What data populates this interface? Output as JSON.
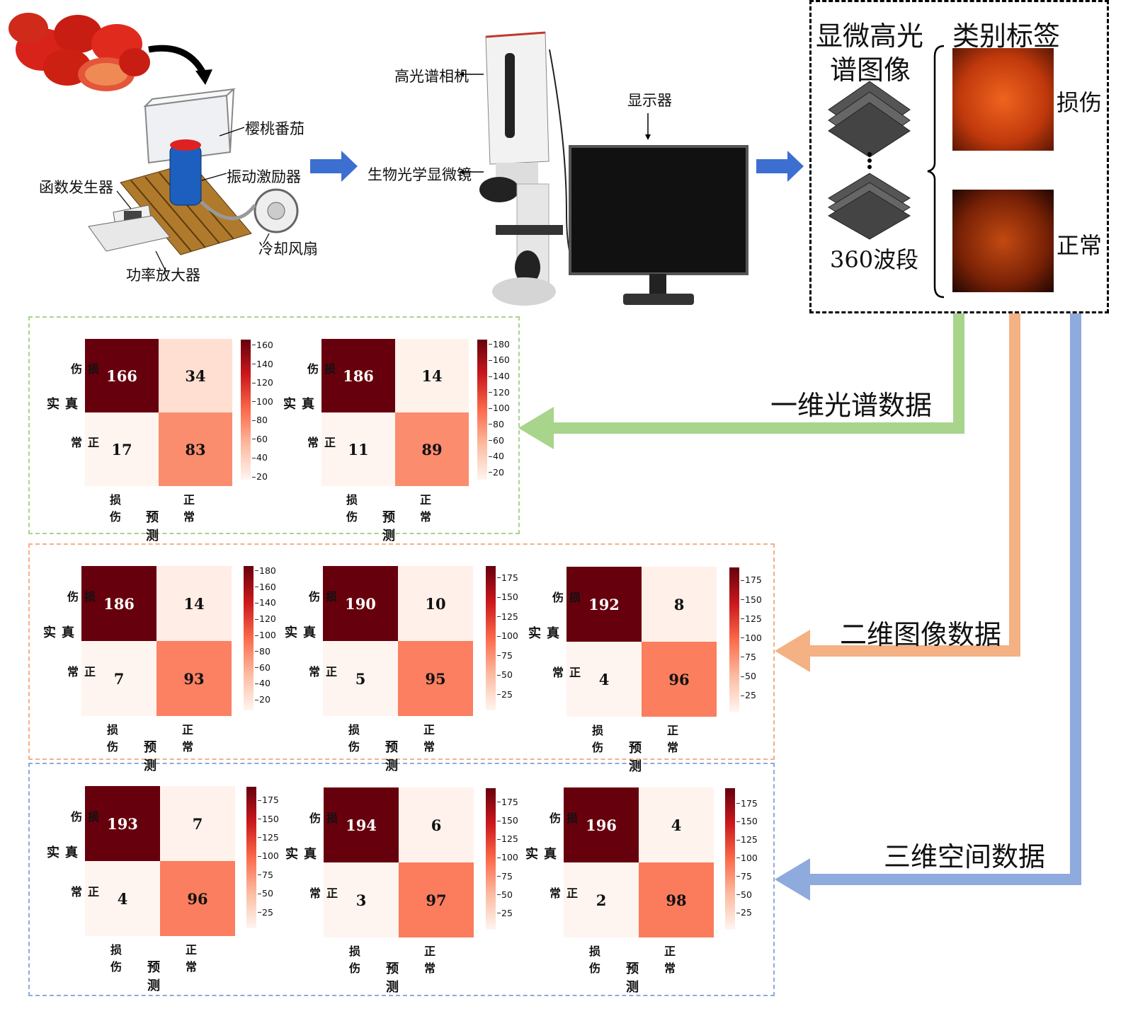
{
  "setup": {
    "labels": {
      "tomato": "樱桃番茄",
      "exciter": "振动激励器",
      "func_gen": "函数发生器",
      "fan": "冷却风扇",
      "amp": "功率放大器",
      "camera": "高光谱相机",
      "microscope": "生物光学显微镜",
      "monitor": "显示器"
    }
  },
  "data_panel": {
    "title_line1": "显微高光",
    "title_line2": "谱图像",
    "bands": "360波段",
    "category_title": "类别标签",
    "damage": "损伤",
    "normal": "正常"
  },
  "flows": {
    "one_d": "一维光谱数据",
    "two_d": "二维图像数据",
    "three_d": "三维空间数据",
    "colors": {
      "one_d": "#a9d48c",
      "two_d": "#f4b183",
      "three_d": "#8faadc"
    }
  },
  "axis": {
    "true": "真实",
    "pred": "预测",
    "damage": "损伤",
    "normal": "正常"
  },
  "chart_data": [
    {
      "type": "heatmap",
      "group": "一维光谱数据",
      "values": [
        [
          166,
          34
        ],
        [
          17,
          83
        ]
      ],
      "colorbar_ticks": [
        20,
        40,
        60,
        80,
        100,
        120,
        140,
        160
      ]
    },
    {
      "type": "heatmap",
      "group": "一维光谱数据",
      "values": [
        [
          186,
          14
        ],
        [
          11,
          89
        ]
      ],
      "colorbar_ticks": [
        20,
        40,
        60,
        80,
        100,
        120,
        140,
        160,
        180
      ]
    },
    {
      "type": "heatmap",
      "group": "二维图像数据",
      "values": [
        [
          186,
          14
        ],
        [
          7,
          93
        ]
      ],
      "colorbar_ticks": [
        20,
        40,
        60,
        80,
        100,
        120,
        140,
        160,
        180
      ]
    },
    {
      "type": "heatmap",
      "group": "二维图像数据",
      "values": [
        [
          190,
          10
        ],
        [
          5,
          95
        ]
      ],
      "colorbar_ticks": [
        25,
        50,
        75,
        100,
        125,
        150,
        175
      ]
    },
    {
      "type": "heatmap",
      "group": "二维图像数据",
      "values": [
        [
          192,
          8
        ],
        [
          4,
          96
        ]
      ],
      "colorbar_ticks": [
        25,
        50,
        75,
        100,
        125,
        150,
        175
      ]
    },
    {
      "type": "heatmap",
      "group": "三维空间数据",
      "values": [
        [
          193,
          7
        ],
        [
          4,
          96
        ]
      ],
      "colorbar_ticks": [
        25,
        50,
        75,
        100,
        125,
        150,
        175
      ]
    },
    {
      "type": "heatmap",
      "group": "三维空间数据",
      "values": [
        [
          194,
          6
        ],
        [
          3,
          97
        ]
      ],
      "colorbar_ticks": [
        25,
        50,
        75,
        100,
        125,
        150,
        175
      ]
    },
    {
      "type": "heatmap",
      "group": "三维空间数据",
      "values": [
        [
          196,
          4
        ],
        [
          2,
          98
        ]
      ],
      "colorbar_ticks": [
        25,
        50,
        75,
        100,
        125,
        150,
        175
      ]
    }
  ]
}
